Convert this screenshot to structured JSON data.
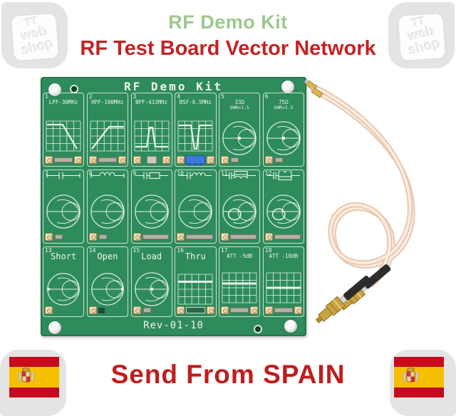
{
  "header": {
    "title": "RF Demo Kit",
    "subtitle": "RF Test Board Vector Network"
  },
  "footer": {
    "text": "Send From SPAIN"
  },
  "watermark": {
    "line1": "TT",
    "line2": "web",
    "line3": "shop"
  },
  "board": {
    "title": "RF Demo Kit",
    "revision": "Rev-01-10",
    "cells": [
      {
        "number": "1",
        "label": "LPF-30MHz",
        "graphic": "lpf-curve",
        "conn": "LR",
        "comp": "strip"
      },
      {
        "number": "2",
        "label": "HPF-100MHz",
        "graphic": "hpf-curve",
        "conn": "LR",
        "comp": "strip"
      },
      {
        "number": "3",
        "label": "BPF-433MHz",
        "graphic": "bpf-curve",
        "conn": "LR",
        "comp": "square"
      },
      {
        "number": "4",
        "label": "BSF-6.5MHz",
        "graphic": "bsf-curve",
        "conn": "LR",
        "comp": "blue"
      },
      {
        "number": "5",
        "label": "33Ω",
        "sublabel": "SWR=1.5",
        "graphic": "smith-center",
        "conn": "L",
        "comp": "small"
      },
      {
        "number": "6",
        "label": "75Ω",
        "sublabel": "SWR=1.5",
        "graphic": "smith-center",
        "conn": "L",
        "comp": "small"
      },
      {
        "number": "7",
        "symbol": "series-c",
        "graphic": "smith-plain",
        "conn": "L",
        "comp": "small"
      },
      {
        "number": "8",
        "symbol": "series-l",
        "graphic": "smith-plain",
        "conn": "L",
        "comp": "small"
      },
      {
        "number": "9",
        "symbol": "series-c-r",
        "graphic": "smith-plain",
        "conn": "L",
        "comp": "strip"
      },
      {
        "number": "10",
        "symbol": "series-c-l",
        "graphic": "smith-plain",
        "conn": "L",
        "comp": "strip"
      },
      {
        "number": "11",
        "symbol": "c-parallel-rl",
        "graphic": "smith-loop",
        "conn": "L",
        "comp": "strip"
      },
      {
        "number": "12",
        "symbol": "c-parallel-lr",
        "graphic": "smith-loop",
        "conn": "L",
        "comp": "strip"
      },
      {
        "number": "13",
        "label": "Short",
        "big": true,
        "graphic": "smith-left",
        "conn": "L",
        "comp": "none"
      },
      {
        "number": "14",
        "label": "Open",
        "big": true,
        "graphic": "smith-right",
        "conn": "L",
        "comp": "dark"
      },
      {
        "number": "15",
        "label": "Load",
        "big": true,
        "graphic": "smith-center",
        "conn": "L",
        "comp": "small"
      },
      {
        "number": "16",
        "label": "Thru",
        "big": true,
        "graphic": "grid-line-1",
        "conn": "LR",
        "comp": "bar"
      },
      {
        "number": "17",
        "label": "ATT -5dB",
        "graphic": "grid-line-2",
        "conn": "LR",
        "comp": "strip"
      },
      {
        "number": "18",
        "label": "ATT -10dB",
        "graphic": "grid-line-3",
        "conn": "LR",
        "comp": "strip"
      }
    ]
  },
  "colors": {
    "board_green": "#2e8b5c",
    "silkscreen": "#eef5ee",
    "title_green": "#9cc98e",
    "accent_red": "#c32222",
    "cable_tan": "#edcdb6",
    "connector_gold": "#c8a341",
    "flag_red": "#c60b1e",
    "flag_yellow": "#f6c000"
  }
}
